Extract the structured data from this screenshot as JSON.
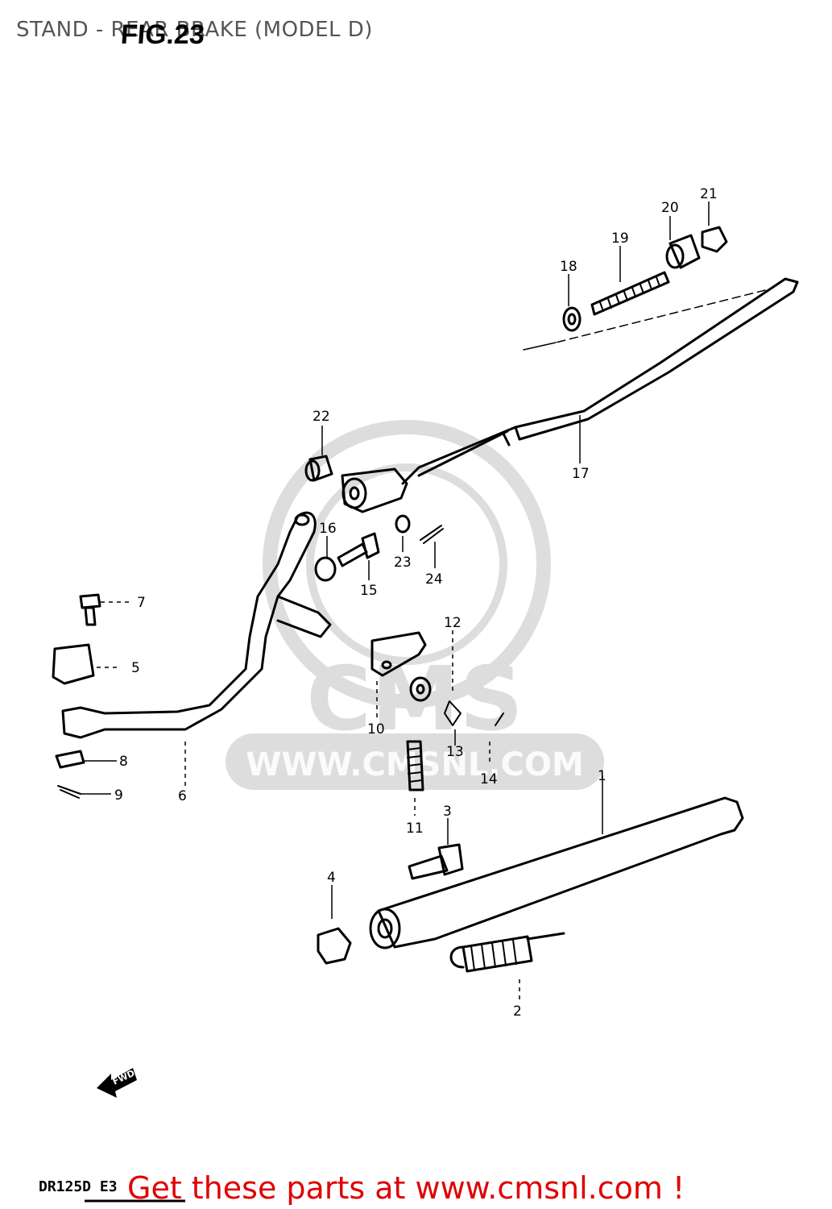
{
  "header": {
    "title": "STAND - REAR BRAKE (MODEL D)",
    "figure_label": "FIG.23"
  },
  "watermark": {
    "logo_text": "CMS",
    "url_text": "WWW.CMSNL.COM"
  },
  "callouts": [
    "1",
    "2",
    "3",
    "4",
    "5",
    "6",
    "7",
    "8",
    "9",
    "10",
    "11",
    "12",
    "13",
    "14",
    "15",
    "16",
    "17",
    "18",
    "19",
    "20",
    "21",
    "22",
    "23",
    "24"
  ],
  "fwd_marker": "FWD",
  "footer": {
    "model_code": "DR125D E3",
    "promo_text": "Get these parts at www.cmsnl.com !"
  }
}
